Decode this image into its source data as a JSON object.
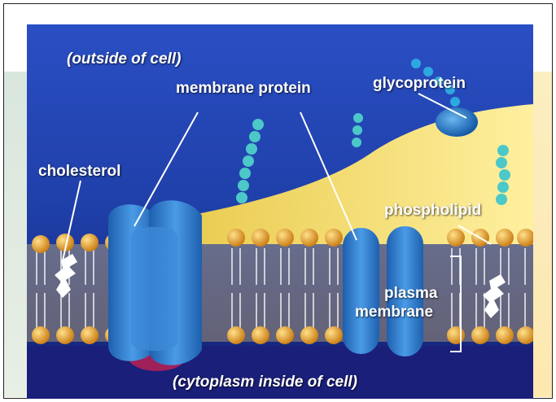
{
  "labels": {
    "outside": "(outside of cell)",
    "membrane_protein": "membrane protein",
    "glycoprotein": "glycoprotein",
    "cholesterol": "cholesterol",
    "phospholipid": "phospholipid",
    "plasma_line1": "plasma",
    "plasma_line2": "membrane",
    "cytoplasm": "(cytoplasm inside of cell)"
  },
  "colors": {
    "background_blue": "#1f3fa8",
    "bilayer_yellow": "#f6d850",
    "head_orange": "#e9a21f",
    "protein_blue": "#2f7fd0",
    "chain_teal": "#4cc8c8",
    "cholesterol_white": "#ffffff",
    "label_text": "#ffffff"
  }
}
